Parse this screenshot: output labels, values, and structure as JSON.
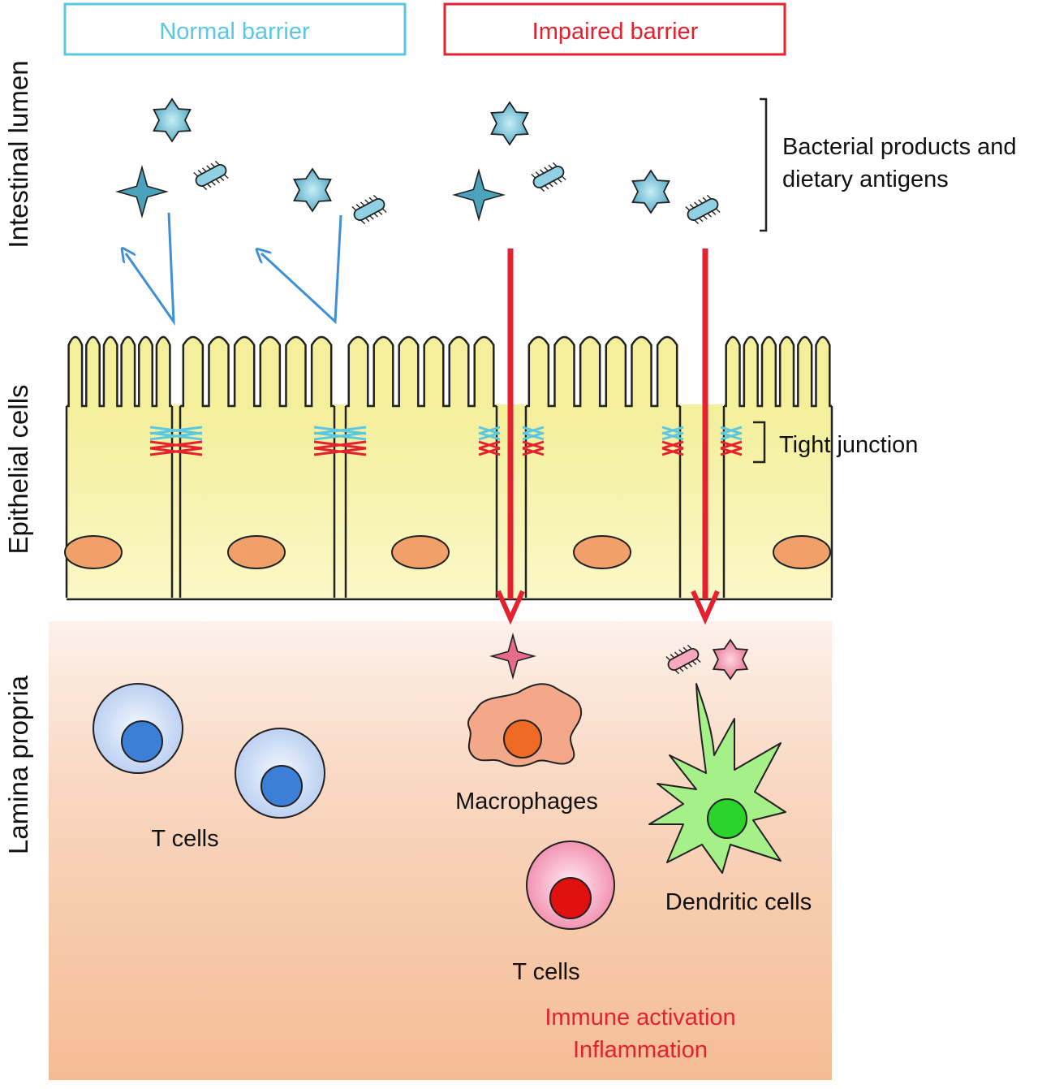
{
  "header": {
    "normal_barrier": "Normal barrier",
    "impaired_barrier": "Impaired barrier"
  },
  "regions": {
    "intestinal_lumen": "Intestinal lumen",
    "epithelial_cells": "Epithelial cells",
    "lamina_propria": "Lamina propria"
  },
  "annotations": {
    "bacterial_products_line1": "Bacterial products and",
    "bacterial_products_line2": "dietary antigens",
    "tight_junction": "Tight junction"
  },
  "cells": {
    "t_cells_left": "T cells",
    "macrophages": "Macrophages",
    "dendritic_cells": "Dendritic cells",
    "t_cells_right": "T cells"
  },
  "outcome": {
    "line1": "Immune activation",
    "line2": "Inflammation"
  },
  "colors": {
    "normal": "#5bc8e0",
    "impaired": "#e52130",
    "epithelium": "#f7f3b2",
    "lamina": "#f6c8a8",
    "nucleus_epithelial": "#f2a06a",
    "t_cell_blue": "#3b7fd6",
    "t_cell_red": "#e01010",
    "macrophage": "#f3a88a",
    "dendritic": "#a6f08a",
    "antigen": "#7ec3d6"
  },
  "icons": [
    "star-antigen-icon",
    "sparkle-antigen-icon",
    "bacterium-icon",
    "arrow-icon",
    "bracket-icon"
  ]
}
